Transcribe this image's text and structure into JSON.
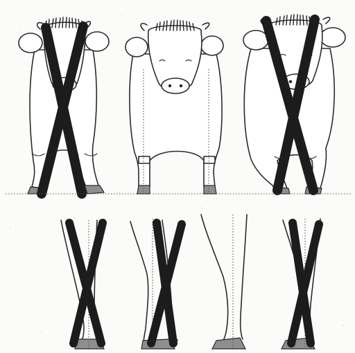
{
  "figure": {
    "rows": [
      {
        "row": "front-view",
        "panels": [
          {
            "id": "front-cow-left",
            "crossed": true
          },
          {
            "id": "front-cow-center",
            "crossed": false
          },
          {
            "id": "front-cow-right",
            "crossed": true
          }
        ]
      },
      {
        "row": "side-view-hind-legs",
        "panels": [
          {
            "id": "hind-leg-1",
            "crossed": true
          },
          {
            "id": "hind-leg-2",
            "crossed": true
          },
          {
            "id": "hind-leg-3",
            "crossed": false
          },
          {
            "id": "hind-leg-4",
            "crossed": true
          }
        ]
      }
    ],
    "colors": {
      "outline": "#2a2a2a",
      "cross_mark": "#1c1c1c",
      "hoof": "#8e8e8e",
      "background": "#fbfbfa"
    }
  }
}
